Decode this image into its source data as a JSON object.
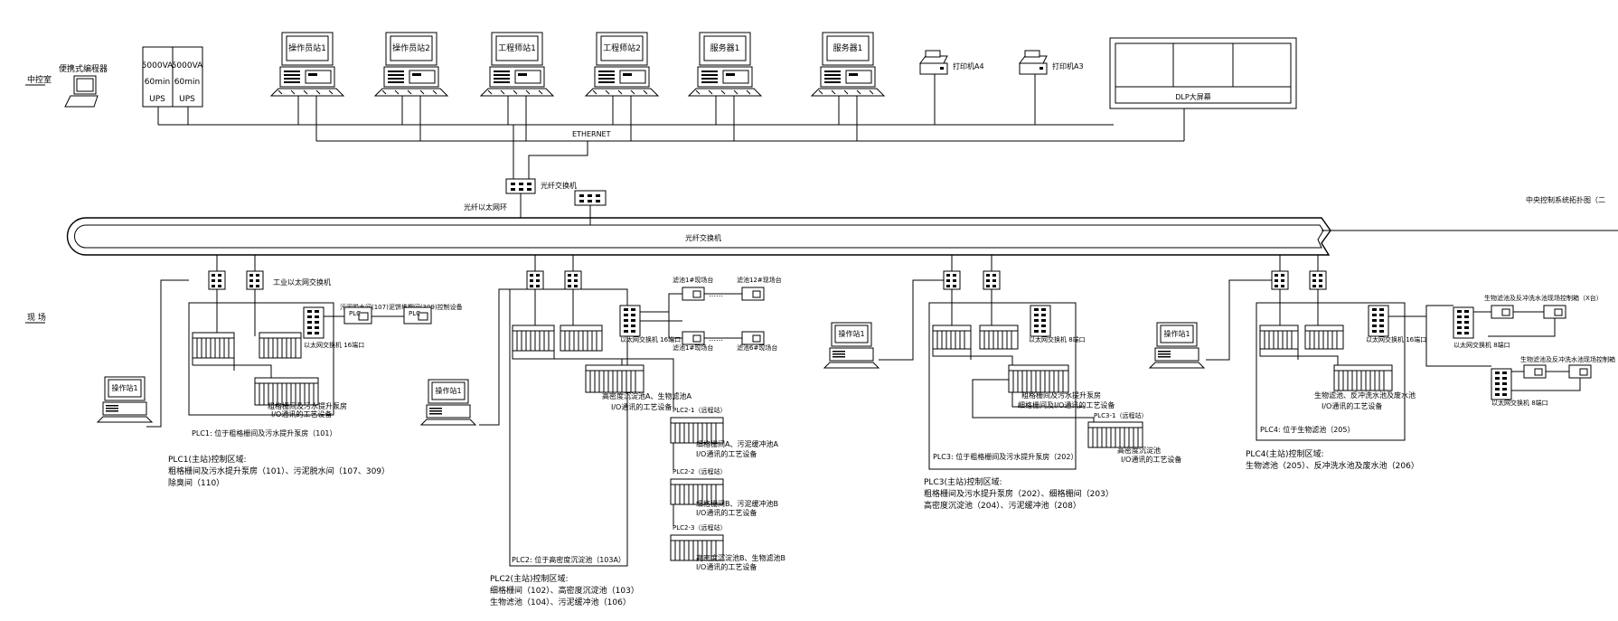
{
  "zones": {
    "control_room": "中控室",
    "field": "现 场"
  },
  "laptop_label": "便携式编程器",
  "ups": [
    {
      "line1": "5000VA",
      "line2": "60min",
      "line3": "UPS"
    },
    {
      "line1": "5000VA",
      "line2": "60min",
      "line3": "UPS"
    }
  ],
  "stations": [
    "操作员站1",
    "操作员站2",
    "工程师站1",
    "工程师站2",
    "服务器1",
    "服务器1"
  ],
  "printers": [
    "打印机A4",
    "打印机A3"
  ],
  "dlp_label": "DLP大屏幕",
  "ethernet_label": "ETHERNET",
  "fiber_ring_label": "光纤以太网环",
  "fiber_switch_labels": [
    "光纤交换机",
    "光纤交换机"
  ],
  "diagram_title": "中央控制系统拓扑图（二",
  "industrial_switch_label": "工业以太网交换机",
  "field_operator_label": "操作站1",
  "plc1": {
    "remote_label": "污泥脱水间(107)泥饼堆棚间(309)控制设备",
    "plc_labels": [
      "PLC",
      "PLC"
    ],
    "switch_label": "以太网交换机 16端口",
    "io_label": "粗格栅间及污水提升泵房",
    "io_label2": "I/O通讯的工艺设备",
    "box_label": "PLC1: 位于粗格栅间及污水提升泵房（101）",
    "area_title": "PLC1(主站)控制区域:",
    "area_line1": "粗格栅间及污水提升泵房（101）、污泥脱水间（107、309）",
    "area_line2": "除臭间（110）"
  },
  "plc2": {
    "panel_labels": [
      "滤池1#现场台",
      "滤池12#现场台",
      "滤池1#现场台",
      "滤池6#现场台"
    ],
    "dots": "……",
    "switch_label": "以太网交换机 16端口",
    "io_label": "高密度沉淀池A、生物滤池A",
    "io_label2": "I/O通讯的工艺设备",
    "sub1_tag": "PLC2-1（远程站）",
    "sub1_label": "细格栅间A、污泥缓冲池A",
    "sub1_label2": "I/O通讯的工艺设备",
    "sub2_tag": "PLC2-2（远程站）",
    "sub2_label": "细格栅间B、污泥缓冲池B",
    "sub2_label2": "I/O通讯的工艺设备",
    "sub3_tag": "PLC2-3（远程站）",
    "sub3_label": "高密度沉淀池B、生物滤池B",
    "sub3_label2": "I/O通讯的工艺设备",
    "box_label": "PLC2: 位于高密度沉淀池（103A）",
    "area_title": "PLC2(主站)控制区域:",
    "area_line1": "细格栅间（102）、高密度沉淀池（103）",
    "area_line2": "生物滤池（104）、污泥缓冲池（106）"
  },
  "plc3": {
    "switch_label": "以太网交换机 8端口",
    "io_label": "粗格栅间及污水提升泵房",
    "io_label2": "细格栅间及I/O通讯的工艺设备",
    "sub_tag": "PLC3-1（远程站）",
    "sub_label": "高密度沉淀池",
    "sub_label2": "I/O通讯的工艺设备",
    "box_label": "PLC3: 位于粗格栅间及污水提升泵房（202）",
    "area_title": "PLC3(主站)控制区域:",
    "area_line1": "粗格栅间及污水提升泵房（202）、细格栅间（203）",
    "area_line2": "高密度沉淀池（204）、污泥缓冲池（208）"
  },
  "plc4": {
    "switch_label": "以太网交换机 16端口",
    "io_label": "生物滤池、反冲洗水池及废水池",
    "io_label2": "I/O通讯的工艺设备",
    "box_label": "PLC4: 位于生物滤池（205）",
    "area_title": "PLC4(主站)控制区域:",
    "area_line1": "生物滤池（205）、反冲洗水池及废水池（206）",
    "remote1_label": "生物滤池及反冲洗水池现场控制箱（X台）",
    "remote2_label": "生物滤池及反冲洗水池现场控制箱（X台）",
    "sw1_label": "以太网交换机 8端口",
    "sw2_label": "以太网交换机 8端口"
  }
}
